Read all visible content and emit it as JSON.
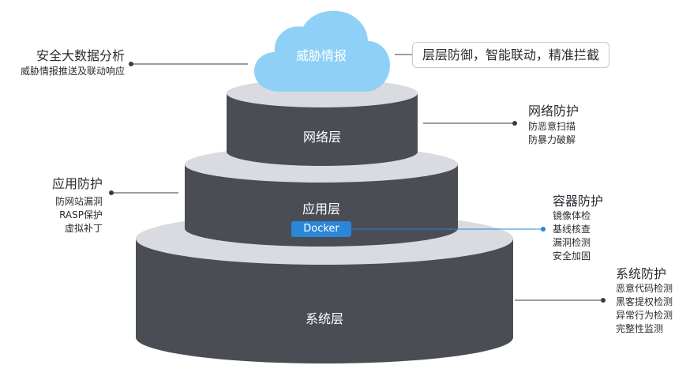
{
  "colors": {
    "layer_side": "#4b4d55",
    "layer_top": "#d9dbe1",
    "cloud": "#8fd0f6",
    "accent": "#2a86d6",
    "connector": "#3a3c44"
  },
  "cloud": {
    "label": "威胁情报",
    "left": {
      "title": "安全大数据分析",
      "subtitle": "威胁情报推送及联动响应"
    },
    "tagline": "层层防御，智能联动，精准拦截"
  },
  "layers": {
    "network": {
      "label": "网络层",
      "callout": {
        "title": "网络防护",
        "items": [
          "防恶意扫描",
          "防暴力破解"
        ]
      }
    },
    "application": {
      "label": "应用层",
      "callout": {
        "title": "应用防护",
        "items": [
          "防网站漏洞",
          "RASP保护",
          "虚拟补丁"
        ]
      },
      "docker": {
        "label": "Docker",
        "callout": {
          "title": "容器防护",
          "items": [
            "镜像体检",
            "基线核查",
            "漏洞检测",
            "安全加固"
          ]
        }
      }
    },
    "system": {
      "label": "系统层",
      "callout": {
        "title": "系统防护",
        "items": [
          "恶意代码检测",
          "黑客提权检测",
          "异常行为检测",
          "完整性监测"
        ]
      }
    }
  }
}
